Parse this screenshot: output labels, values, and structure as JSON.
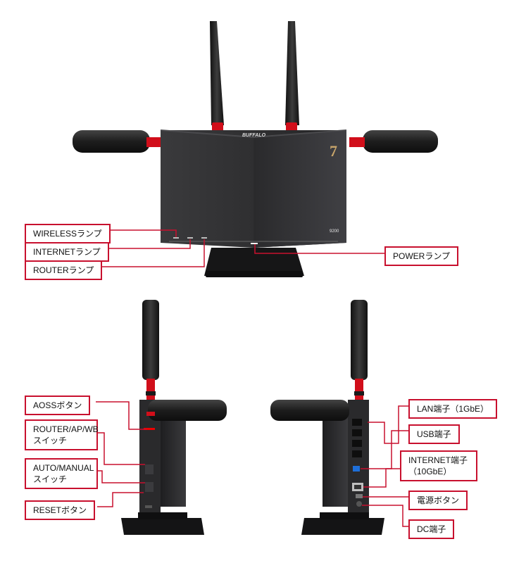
{
  "product": {
    "brand_logo": "BUFFALO",
    "badge": "7",
    "model_mark": "9200"
  },
  "labels": {
    "wireless_lamp": "WIRELESSランプ",
    "internet_lamp": "INTERNETランプ",
    "router_lamp": "ROUTERランプ",
    "power_lamp": "POWERランプ",
    "aoss_button": "AOSSボタン",
    "router_switch_1": "ROUTER/AP/WB",
    "router_switch_2": "スイッチ",
    "auto_switch_1": "AUTO/MANUAL",
    "auto_switch_2": "スイッチ",
    "reset_button": "RESETボタン",
    "lan_port": "LAN端子（1GbE）",
    "usb_port": "USB端子",
    "internet_port_1": "INTERNET端子",
    "internet_port_2": "（10GbE）",
    "power_button": "電源ボタン",
    "dc_port": "DC端子"
  },
  "colors": {
    "accent_red": "#c8102e",
    "device_body": "#2b2b2d",
    "device_dark": "#1b1b1c",
    "antenna": "#222222",
    "highlight_red": "#e0101a",
    "port_blue": "#1e6fd9"
  }
}
